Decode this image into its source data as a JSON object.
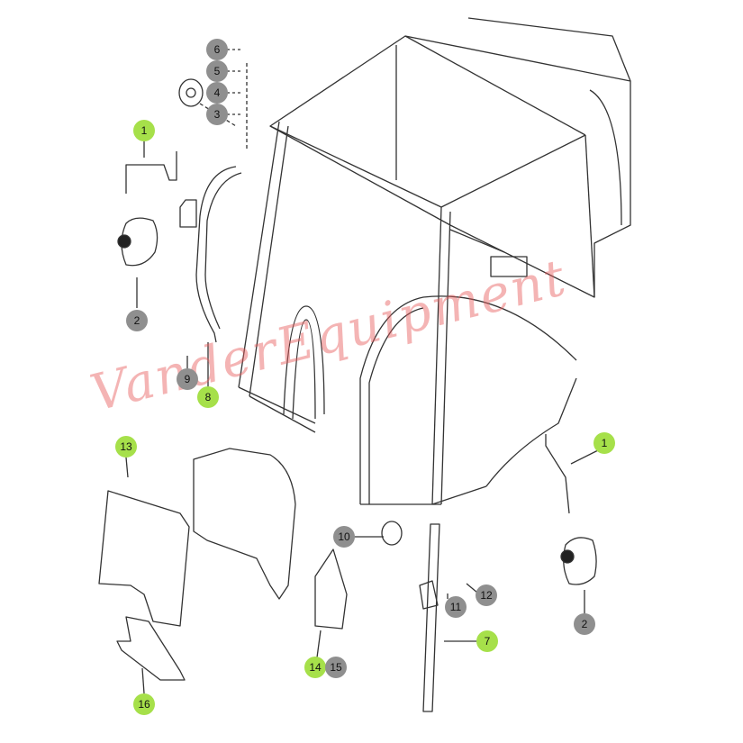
{
  "colors": {
    "callout_gray": "#8f8f8f",
    "callout_green": "#a6e04a",
    "line": "#333333",
    "watermark": "#e85a5a"
  },
  "watermark_text": "VanderEquipment",
  "callouts": {
    "c1_left": "1",
    "c2_left": "2",
    "c3": "3",
    "c4": "4",
    "c5": "5",
    "c6": "6",
    "c7": "7",
    "c8": "8",
    "c9": "9",
    "c10": "10",
    "c11": "11",
    "c12": "12",
    "c13": "13",
    "c14": "14",
    "c15": "15",
    "c16": "16",
    "c1_right": "1",
    "c2_right": "2"
  }
}
